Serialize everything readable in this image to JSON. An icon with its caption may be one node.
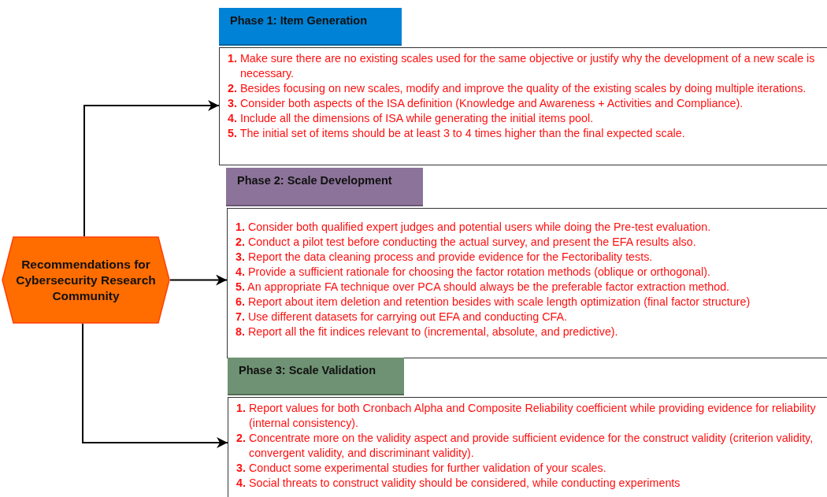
{
  "diagram": {
    "nodes": [
      {
        "text": [
          "Recommendations for Cybersecurity Research Community"
        ]
      },
      {
        "text": [
          "Phase 1: Item Generation"
        ]
      },
      {
        "text": [
          "**1.** Make sure there are no existing scales used for the same objective or justify why the development of a new scale is necessary.",
          "**2.** Besides focusing on new scales, modify and improve the quality of the existing scales by doing multiple iterations.",
          "**3.** Consider both aspects of the ISA definition (Knowledge and Awareness + Activities and Compliance).",
          "**4.** Include all the dimensions of ISA while generating the initial items pool.",
          "**5.** The initial set of items should be at least 3 to 4 times higher than the final expected scale."
        ]
      },
      {
        "text": [
          "Phase 2: Scale Development"
        ]
      },
      {
        "text": [
          "**1.** Consider both qualified expert judges and potential users while doing the Pre-test evaluation.",
          "**2.** Conduct a pilot test before conducting the actual survey, and present the EFA results also.",
          "**3.** Report the data cleaning process and provide evidence for the Fectoribality tests.",
          "**4.** Provide a sufficient rationale for choosing the factor rotation methods (oblique or orthogonal).",
          "**5.** An appropriate FA technique over PCA should always be the preferable factor extraction method.",
          "**6.** Report about item deletion and retention besides with scale length optimization (final factor structure)",
          "**7.** Use different datasets for carrying out EFA and conducting CFA.",
          "**8.** Report all the fit indices relevant to (incremental, absolute, and predictive)."
        ]
      },
      {
        "text": [
          "Phase 3: Scale Validation"
        ]
      },
      {
        "text": [
          "**1.** Report values for both Cronbach Alpha and Composite Reliability coefficient while providing evidence for reliability (internal consistency).",
          "**2.** Concentrate more on the validity aspect and provide sufficient evidence for the construct validity (criterion validity, convergent validity, and discriminant validity).",
          "**3.** Conduct some experimental studies for further validation of your scales.",
          "**4.** Social threats to construct validity should be considered, while conducting experiments"
        ]
      }
    ],
    "edges": [
      {
        "from": 0,
        "to": 2,
        "arrow": "to"
      },
      {
        "from": 0,
        "to": 4,
        "arrow": "to"
      },
      {
        "from": 0,
        "to": 6,
        "arrow": "to"
      }
    ]
  }
}
